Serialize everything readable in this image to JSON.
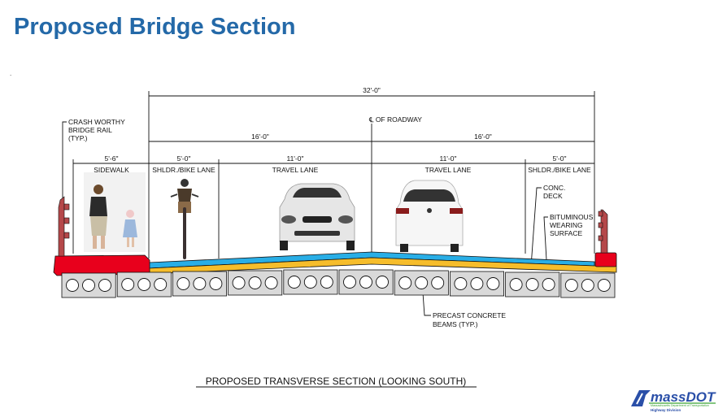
{
  "slide": {
    "title": "Proposed Bridge Section",
    "bullet_mark": "."
  },
  "diagram": {
    "overall_width": "32'-0\"",
    "centerline_label": "℄ OF ROADWAY",
    "half_widths": [
      "16'-0\"",
      "16'-0\""
    ],
    "segments": [
      {
        "width": "5'-6\"",
        "label": "SIDEWALK"
      },
      {
        "width": "5'-0\"",
        "label": "SHLDR./BIKE LANE"
      },
      {
        "width": "11'-0\"",
        "label": "TRAVEL LANE"
      },
      {
        "width": "11'-0\"",
        "label": "TRAVEL LANE"
      },
      {
        "width": "5'-0\"",
        "label": "SHLDR./BIKE LANE"
      }
    ],
    "callouts": {
      "rail": [
        "CRASH WORTHY",
        "BRIDGE RAIL",
        "(TYP.)"
      ],
      "deck": [
        "CONC.",
        "DECK"
      ],
      "wearing": [
        "BITUMINOUS",
        "WEARING",
        "SURFACE"
      ],
      "beams": [
        "PRECAST CONCRETE",
        "BEAMS (TYP.)"
      ]
    },
    "caption": "PROPOSED TRANSVERSE SECTION (LOOKING SOUTH)",
    "colors": {
      "rail": "#b5484a",
      "sidewalk_curb": "#e8001c",
      "wearing_surface": "#29aee6",
      "deck": "#f6bd2b",
      "beams": "#d9d9d9"
    }
  },
  "logo": {
    "name": "massDOT",
    "line1": "Massachusetts Department of Transportation",
    "line2": "Highway Division"
  }
}
